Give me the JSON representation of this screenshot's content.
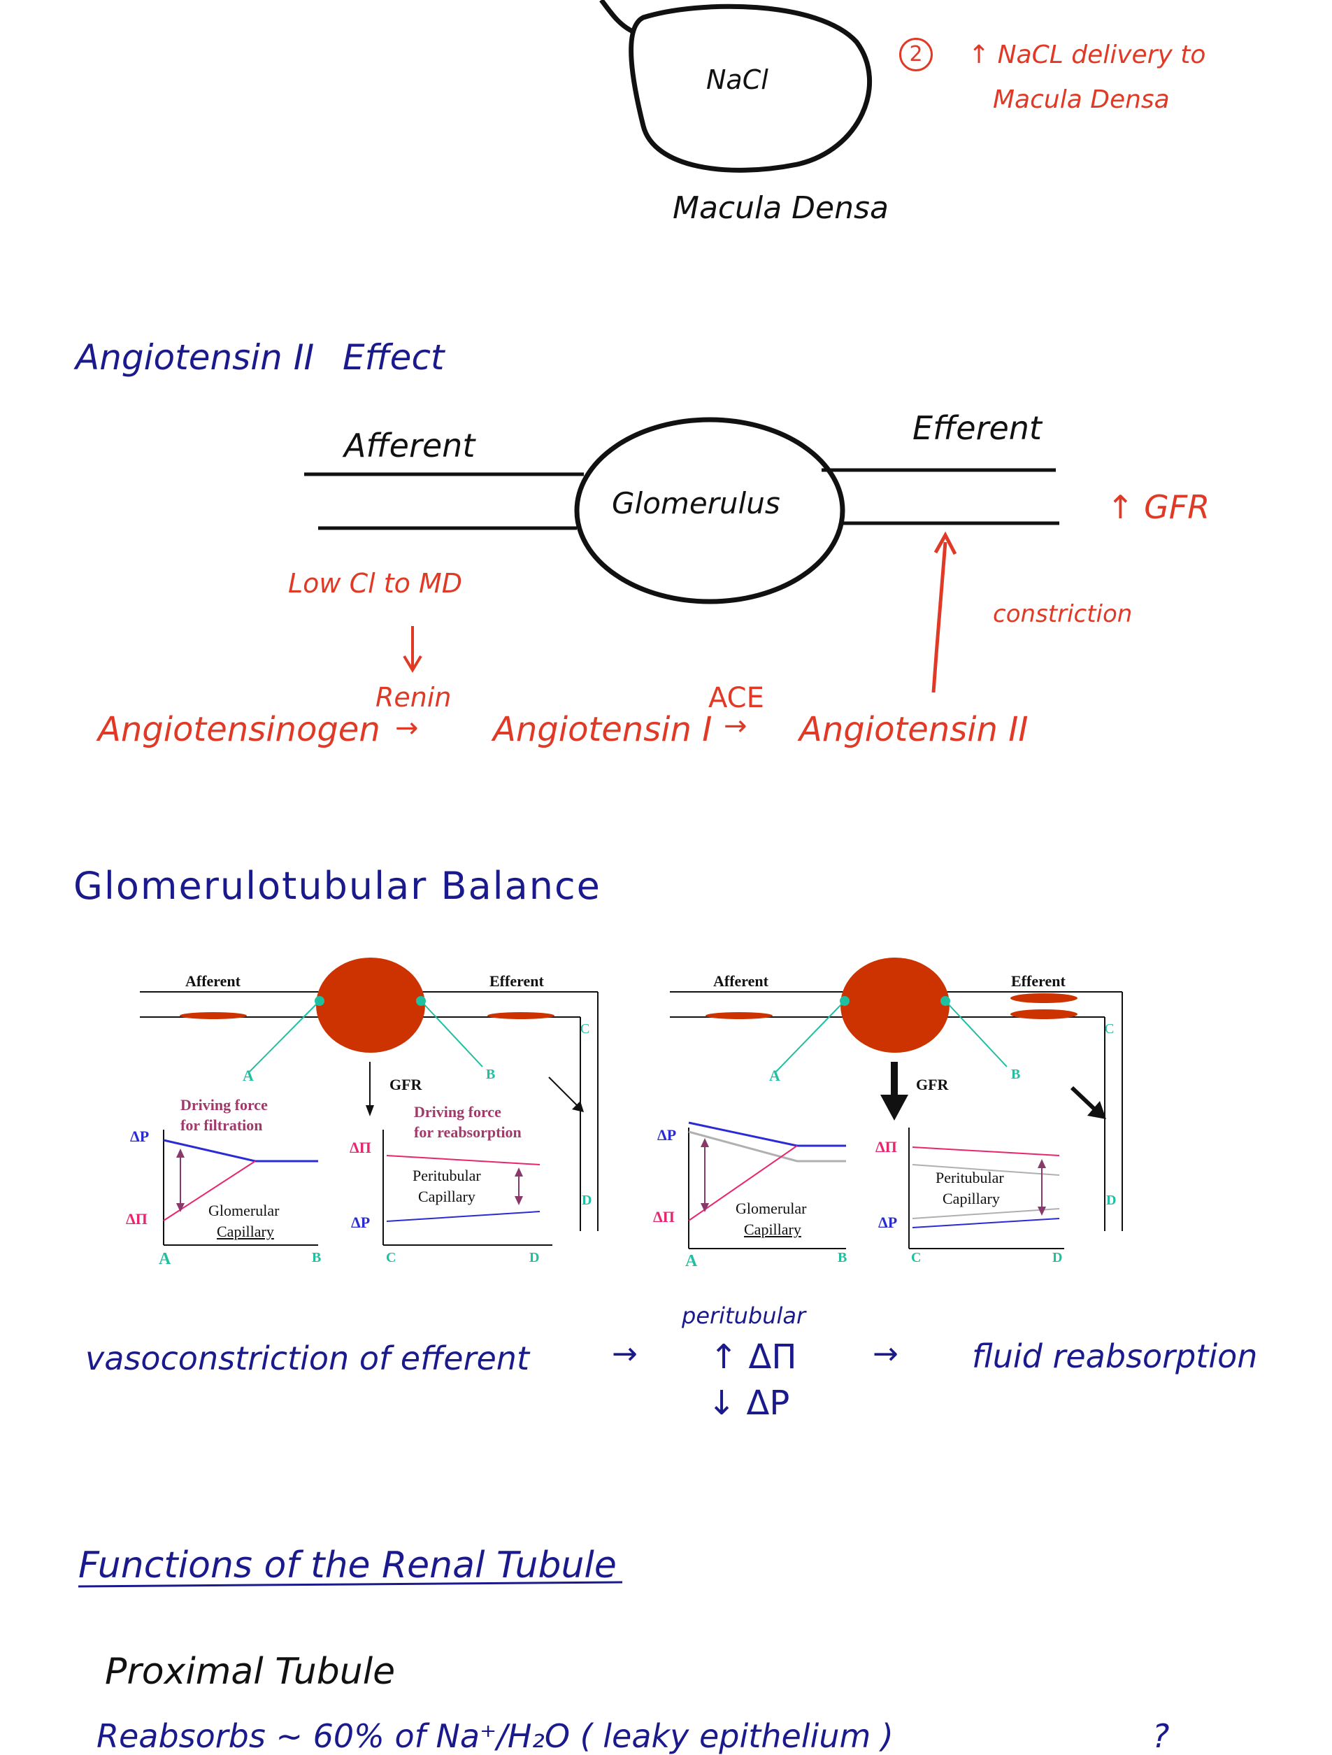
{
  "top": {
    "nacl": "NaCl",
    "macula_densa": "Macula Densa",
    "note_number": "2",
    "note_line1": "↑ NaCL delivery to",
    "note_line2": "Macula Densa"
  },
  "angio_section": {
    "heading_1": "Angiotensin II",
    "heading_2": "Effect",
    "afferent": "Afferent",
    "efferent": "Efferent",
    "glomerulus": "Glomerulus",
    "gfr": "↑ GFR",
    "low_cl": "Low Cl to MD",
    "down_arrow": "↓",
    "renin": "Renin",
    "ace": "ACE",
    "angiotensinogen": "Angiotensinogen",
    "arrow1": "→",
    "angiotensin_1": "Angiotensin I",
    "arrow2": "→",
    "angiotensin_2": "Angiotensin II",
    "constriction": "constriction"
  },
  "gt_section": {
    "heading": "Glomerulotubular Balance"
  },
  "figure": {
    "panels": [
      {
        "afferent": "Afferent",
        "efferent": "Efferent",
        "gfr": "GFR",
        "drive_filtration_1": "Driving force",
        "drive_filtration_2": "for filtration",
        "drive_reabsorption_1": "Driving force",
        "drive_reabsorption_2": "for reabsorption",
        "peritubular_1": "Peritubular",
        "peritubular_2": "Capillary",
        "glomerular_1": "Glomerular",
        "glomerular_2": "Capillary",
        "dp": "ΔP",
        "dpi": "ΔΠ",
        "A": "A",
        "B": "B",
        "C": "C",
        "D": "D"
      },
      {
        "afferent": "Afferent",
        "efferent": "Efferent",
        "gfr": "GFR",
        "peritubular_1": "Peritubular",
        "peritubular_2": "Capillary",
        "glomerular_1": "Glomerular",
        "glomerular_2": "Capillary",
        "dp": "ΔP",
        "dpi": "ΔΠ",
        "A": "A",
        "B": "B",
        "C": "C",
        "D": "D"
      }
    ]
  },
  "conclusion": {
    "vaso": "vasoconstriction of efferent",
    "arrow1": "→",
    "peritubular": "peritubular",
    "up_dpi": "↑ ΔΠ",
    "down_dp": "↓ ΔP",
    "arrow2": "→",
    "fluid": "fluid reabsorption"
  },
  "renal": {
    "heading": "Functions of the Renal Tubule",
    "proximal": "Proximal Tubule",
    "reabsorbs": "Reabsorbs ~ 60% of Na⁺/H₂O ( leaky epithelium )",
    "end_mark": "?"
  },
  "colors": {
    "ink_black": "#111111",
    "ink_blue": "#1a1a8c",
    "ink_red": "#e03a26",
    "glomerulus_fill": "#cc3300",
    "teal": "#1fbf9f",
    "line_blue": "#2b2bd6",
    "line_pink": "#e8266e",
    "line_gray": "#b0b0b0",
    "arrow_purple": "#8a3a6a",
    "label_purple": "#a03a6a"
  }
}
